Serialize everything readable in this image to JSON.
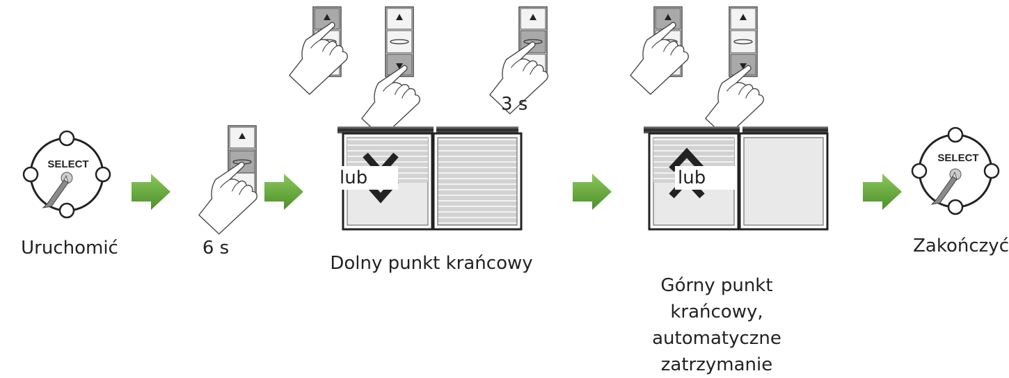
{
  "steps": {
    "start": {
      "select_label": "SELECT",
      "caption": "Uruchomić"
    },
    "hold6": {
      "time": "6 s"
    },
    "lower": {
      "time": "3 s",
      "lub": "lub",
      "caption": "Dolny punkt krańcowy"
    },
    "upper": {
      "lub": "lub",
      "caption_lines": [
        "Górny punkt",
        "krańcowy,",
        "automatyczne",
        "zatrzymanie"
      ]
    },
    "end": {
      "select_label": "SELECT",
      "caption": "Zakończyć"
    }
  },
  "colors": {
    "arrow": "#5fa33a",
    "accent_dark": "#333333",
    "pressed": "#a9a9a9",
    "blind_lines": "#b8b8b8"
  },
  "icons": [
    "select-dial-icon",
    "rocker-switch-icon",
    "pointing-hand-icon",
    "green-arrow-icon",
    "roller-blind-icon",
    "chevron-down-icon",
    "chevron-up-icon"
  ]
}
